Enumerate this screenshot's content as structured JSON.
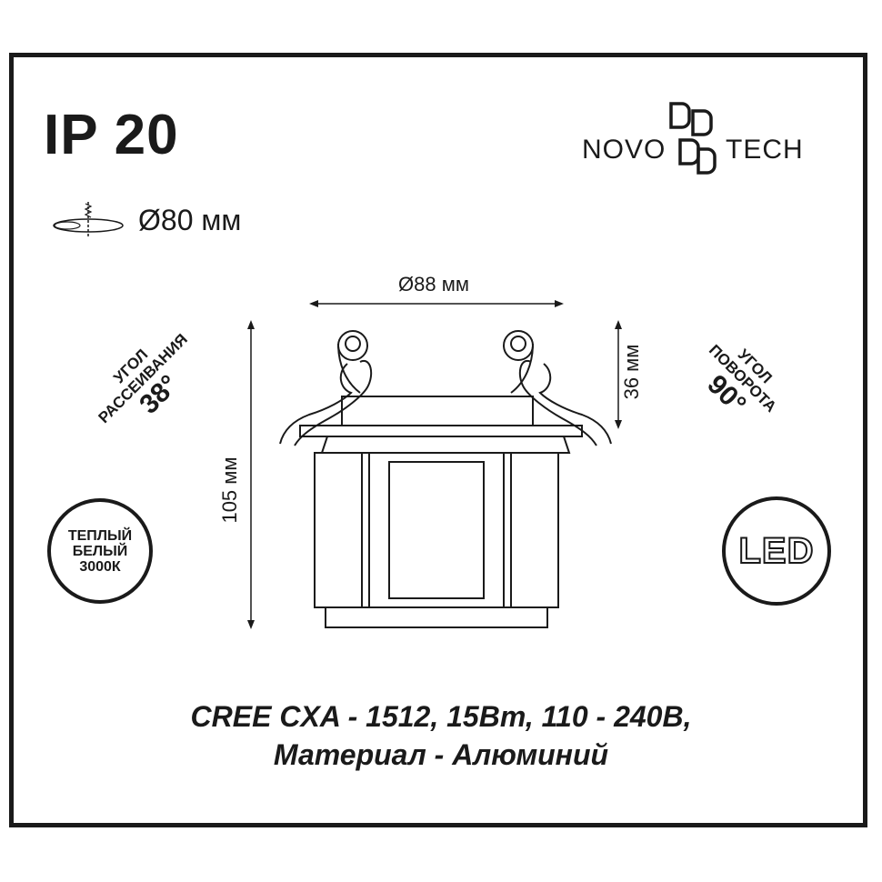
{
  "header": {
    "ip_rating": "IP 20",
    "brand": {
      "left": "NOVO",
      "right": "TECH"
    }
  },
  "cutout": {
    "label": "Ø80 мм",
    "icon": "recessed-cutout-icon"
  },
  "dimensions": {
    "diameter": "Ø88 мм",
    "height": "105 мм",
    "depth": "36 мм"
  },
  "beam_angle": {
    "line1": "УГОЛ",
    "line2": "РАССЕИВАНИЯ",
    "value": "38°"
  },
  "rotation_angle": {
    "line1": "УГОЛ",
    "line2": "ПОВОРОТА",
    "value": "90°"
  },
  "color_badge": {
    "line1": "ТЕПЛЫЙ",
    "line2": "БЕЛЫЙ",
    "line3": "3000К"
  },
  "led_badge": {
    "label": "LED"
  },
  "specs": {
    "line1": "CREE CXA - 1512, 15Вт, 110 - 240В,",
    "line2": "Материал - Алюминий"
  }
}
